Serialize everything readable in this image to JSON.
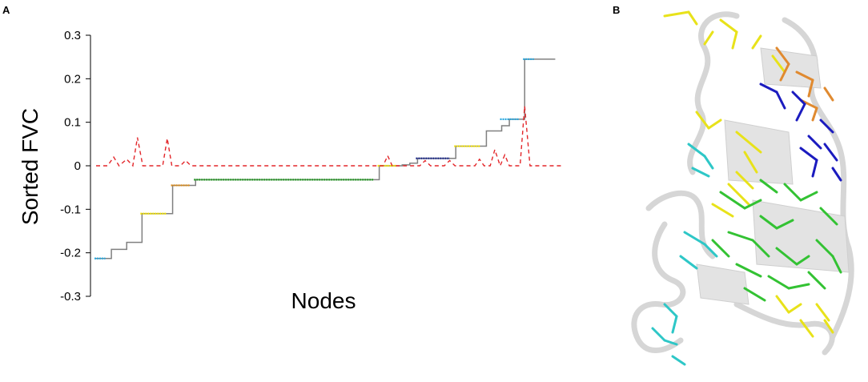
{
  "panels": {
    "a_label": "A",
    "b_label": "B"
  },
  "chart_data": {
    "type": "line",
    "xlabel": "Nodes",
    "ylabel": "Sorted FVC",
    "ylim": [
      -0.3,
      0.3
    ],
    "yticks": [
      0.3,
      0.2,
      0.1,
      0,
      -0.1,
      -0.2,
      -0.3
    ],
    "ytick_labels": [
      "0.3",
      "0.2",
      "0.1",
      "0",
      "-0.1",
      "-0.2",
      "-0.3"
    ],
    "x_range": [
      0,
      61
    ],
    "series": [
      {
        "kind": "sorted-step",
        "connector_color": "#808080",
        "x": [
          0,
          1,
          2,
          3,
          4,
          5,
          6,
          7,
          8,
          9,
          10,
          11,
          12,
          13,
          14,
          15,
          16,
          17,
          18,
          19,
          20,
          21,
          22,
          23,
          24,
          25,
          26,
          27,
          28,
          29,
          30,
          31,
          32,
          33,
          34,
          35,
          36,
          37,
          38,
          39,
          40,
          41,
          42,
          43,
          44,
          45,
          46,
          47,
          48,
          49,
          50,
          51,
          52,
          53,
          54,
          55,
          56,
          57,
          58,
          59,
          60
        ],
        "y": [
          -0.213,
          -0.213,
          -0.192,
          -0.192,
          -0.176,
          -0.176,
          -0.11,
          -0.11,
          -0.11,
          -0.11,
          -0.045,
          -0.045,
          -0.045,
          -0.032,
          -0.032,
          -0.032,
          -0.032,
          -0.032,
          -0.032,
          -0.032,
          -0.032,
          -0.032,
          -0.032,
          -0.032,
          -0.032,
          -0.032,
          -0.032,
          -0.032,
          -0.032,
          -0.032,
          -0.032,
          -0.032,
          -0.032,
          -0.032,
          -0.032,
          -0.032,
          -0.032,
          0,
          0,
          0,
          0.002,
          0.006,
          0.017,
          0.017,
          0.017,
          0.017,
          0.017,
          0.045,
          0.045,
          0.045,
          0.045,
          0.08,
          0.08,
          0.092,
          0.107,
          0.107,
          0.245,
          0.245,
          0.245,
          0.245,
          0.245
        ]
      },
      {
        "kind": "plateau-highlights",
        "segments": [
          {
            "x_start": 0,
            "x_end": 1,
            "y": -0.213,
            "color": "#29a9e0"
          },
          {
            "x_start": 6,
            "x_end": 9,
            "y": -0.11,
            "color": "#f5e400"
          },
          {
            "x_start": 10,
            "x_end": 12,
            "y": -0.045,
            "color": "#e08a10"
          },
          {
            "x_start": 13,
            "x_end": 36,
            "y": -0.032,
            "color": "#1f9a1f"
          },
          {
            "x_start": 37,
            "x_end": 39,
            "y": 0,
            "color": "#f5e400"
          },
          {
            "x_start": 42,
            "x_end": 46,
            "y": 0.017,
            "color": "#1c2a8c"
          },
          {
            "x_start": 47,
            "x_end": 50,
            "y": 0.045,
            "color": "#f5e400"
          },
          {
            "x_start": 53,
            "x_end": 55,
            "y": 0.107,
            "color": "#29a9e0"
          },
          {
            "x_start": 56,
            "x_end": 57,
            "y": 0.245,
            "color": "#29a9e0"
          }
        ]
      },
      {
        "kind": "dashed",
        "color": "#e3262a",
        "points": [
          [
            0,
            0
          ],
          [
            1.5,
            0
          ],
          [
            2.3,
            0.02
          ],
          [
            3,
            0
          ],
          [
            4,
            0.015
          ],
          [
            4.8,
            0
          ],
          [
            5.4,
            0.065
          ],
          [
            6.1,
            0
          ],
          [
            8.7,
            0
          ],
          [
            9.3,
            0.063
          ],
          [
            9.9,
            0
          ],
          [
            11,
            0
          ],
          [
            11.7,
            0.012
          ],
          [
            12.4,
            0
          ],
          [
            37.5,
            0
          ],
          [
            38.1,
            0.023
          ],
          [
            38.7,
            0
          ],
          [
            42.3,
            0
          ],
          [
            43,
            0.012
          ],
          [
            43.7,
            0
          ],
          [
            45.5,
            0
          ],
          [
            46.2,
            0.012
          ],
          [
            46.9,
            0
          ],
          [
            49.5,
            0
          ],
          [
            50.1,
            0.015
          ],
          [
            50.7,
            0
          ],
          [
            51.5,
            0
          ],
          [
            52.1,
            0.037
          ],
          [
            52.8,
            0
          ],
          [
            53.4,
            0.025
          ],
          [
            54,
            0
          ],
          [
            55.4,
            0
          ],
          [
            56,
            0.137
          ],
          [
            56.7,
            0
          ],
          [
            61,
            0
          ]
        ]
      }
    ]
  }
}
